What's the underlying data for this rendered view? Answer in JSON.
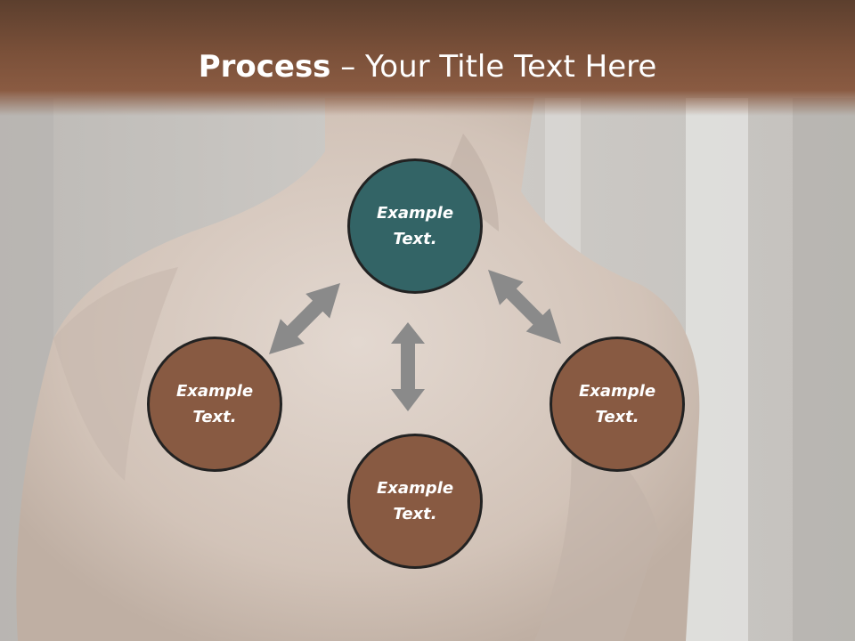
{
  "slide": {
    "title_bold": "Process",
    "title_rest": " – Your Title Text Here"
  },
  "nodes": {
    "top": "Example Text.",
    "left": "Example Text.",
    "right": "Example Text.",
    "bottom": "Example Text."
  },
  "colors": {
    "header": "#7a5039",
    "node_primary": "#336466",
    "node_secondary": "#885a42",
    "node_border": "#222222",
    "arrow": "#8a8a8a"
  }
}
